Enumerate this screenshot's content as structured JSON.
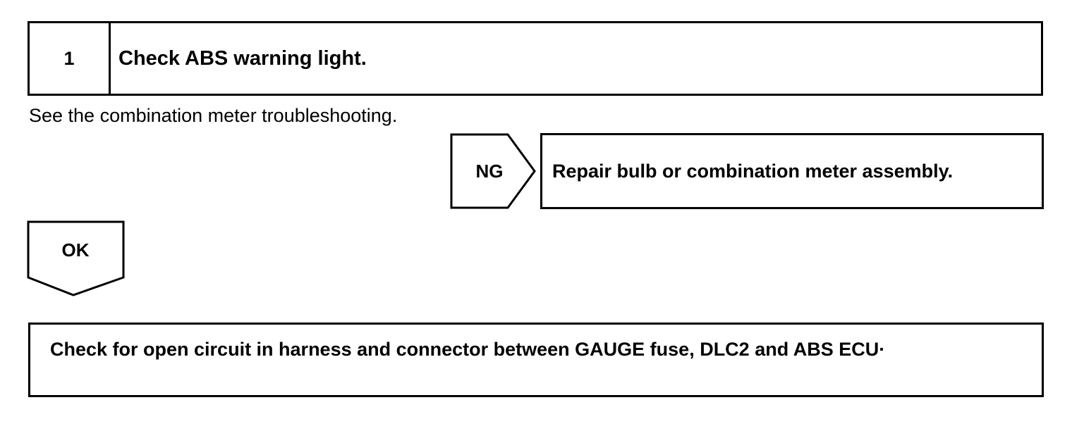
{
  "step": {
    "number": "1",
    "title": "Check ABS warning light."
  },
  "instruction": "See the combination meter troubleshooting.",
  "ng_branch": {
    "label": "NG",
    "result": "Repair bulb or combination meter assembly."
  },
  "ok_branch": {
    "label": "OK"
  },
  "next_step": {
    "text": "Check for open circuit in harness and connector between GAUGE fuse, DLC2 and ABS ECU·"
  }
}
